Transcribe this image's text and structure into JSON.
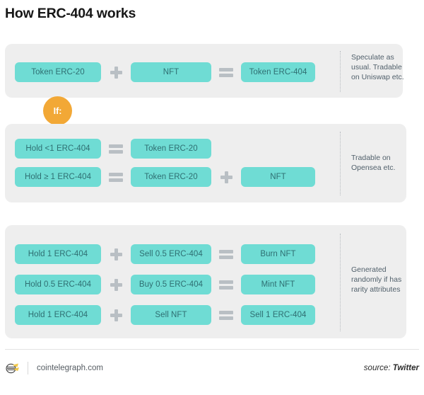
{
  "title": "How ERC-404 works",
  "badge": {
    "label": "If:"
  },
  "operators": {
    "plus": "+",
    "equals": "="
  },
  "colors": {
    "chip": "#6FDCD4",
    "chip_text": "#2f6f72",
    "panel": "#eeeeee",
    "badge": "#F2A836",
    "operator": "#b9bfc4",
    "title": "#171717"
  },
  "panels": [
    {
      "id": "panel-1",
      "rows": [
        {
          "cells": [
            "Token ERC-20",
            "NFT",
            "Token ERC-404"
          ]
        }
      ],
      "note": "Speculate as usual. Tradable on Uniswap etc."
    },
    {
      "id": "panel-2",
      "rows": [
        {
          "cells": [
            "Hold <1 ERC-404",
            "Token ERC-20"
          ]
        },
        {
          "cells": [
            "Hold ≥ 1 ERC-404",
            "Token ERC-20",
            "NFT"
          ]
        }
      ],
      "note": "Tradable on Opensea etc."
    },
    {
      "id": "panel-3",
      "rows": [
        {
          "cells": [
            "Hold 1 ERC-404",
            "Sell 0.5 ERC-404",
            "Burn NFT"
          ]
        },
        {
          "cells": [
            "Hold 0.5 ERC-404",
            "Buy 0.5 ERC-404",
            "Mint NFT"
          ]
        },
        {
          "cells": [
            "Hold 1 ERC-404",
            "Sell NFT",
            "Sell 1 ERC-404"
          ]
        }
      ],
      "note": "Generated randomly if has rarity attributes"
    }
  ],
  "footer": {
    "site": "cointelegraph.com",
    "source_prefix": "source: ",
    "source_name": "Twitter",
    "logo_icon": "cointelegraph-logo-icon"
  }
}
